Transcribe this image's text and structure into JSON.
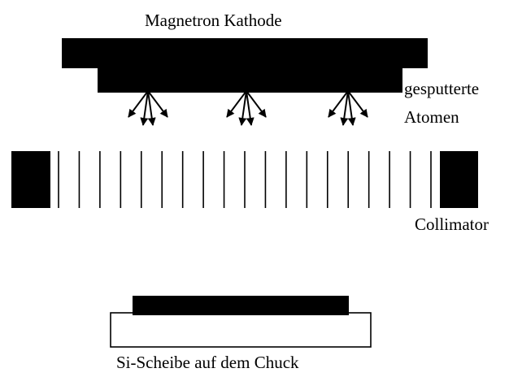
{
  "labels": {
    "cathode": "Magnetron Kathode",
    "sputtered_atoms_line1": "gesputterte",
    "sputtered_atoms_line2": "Atomen",
    "collimator": "Collimator",
    "wafer": "Si-Scheibe auf dem Chuck"
  },
  "colors": {
    "fill": "#000000",
    "background": "#ffffff"
  },
  "atom_emitter_count": 3,
  "collimator_slat_count": 19
}
